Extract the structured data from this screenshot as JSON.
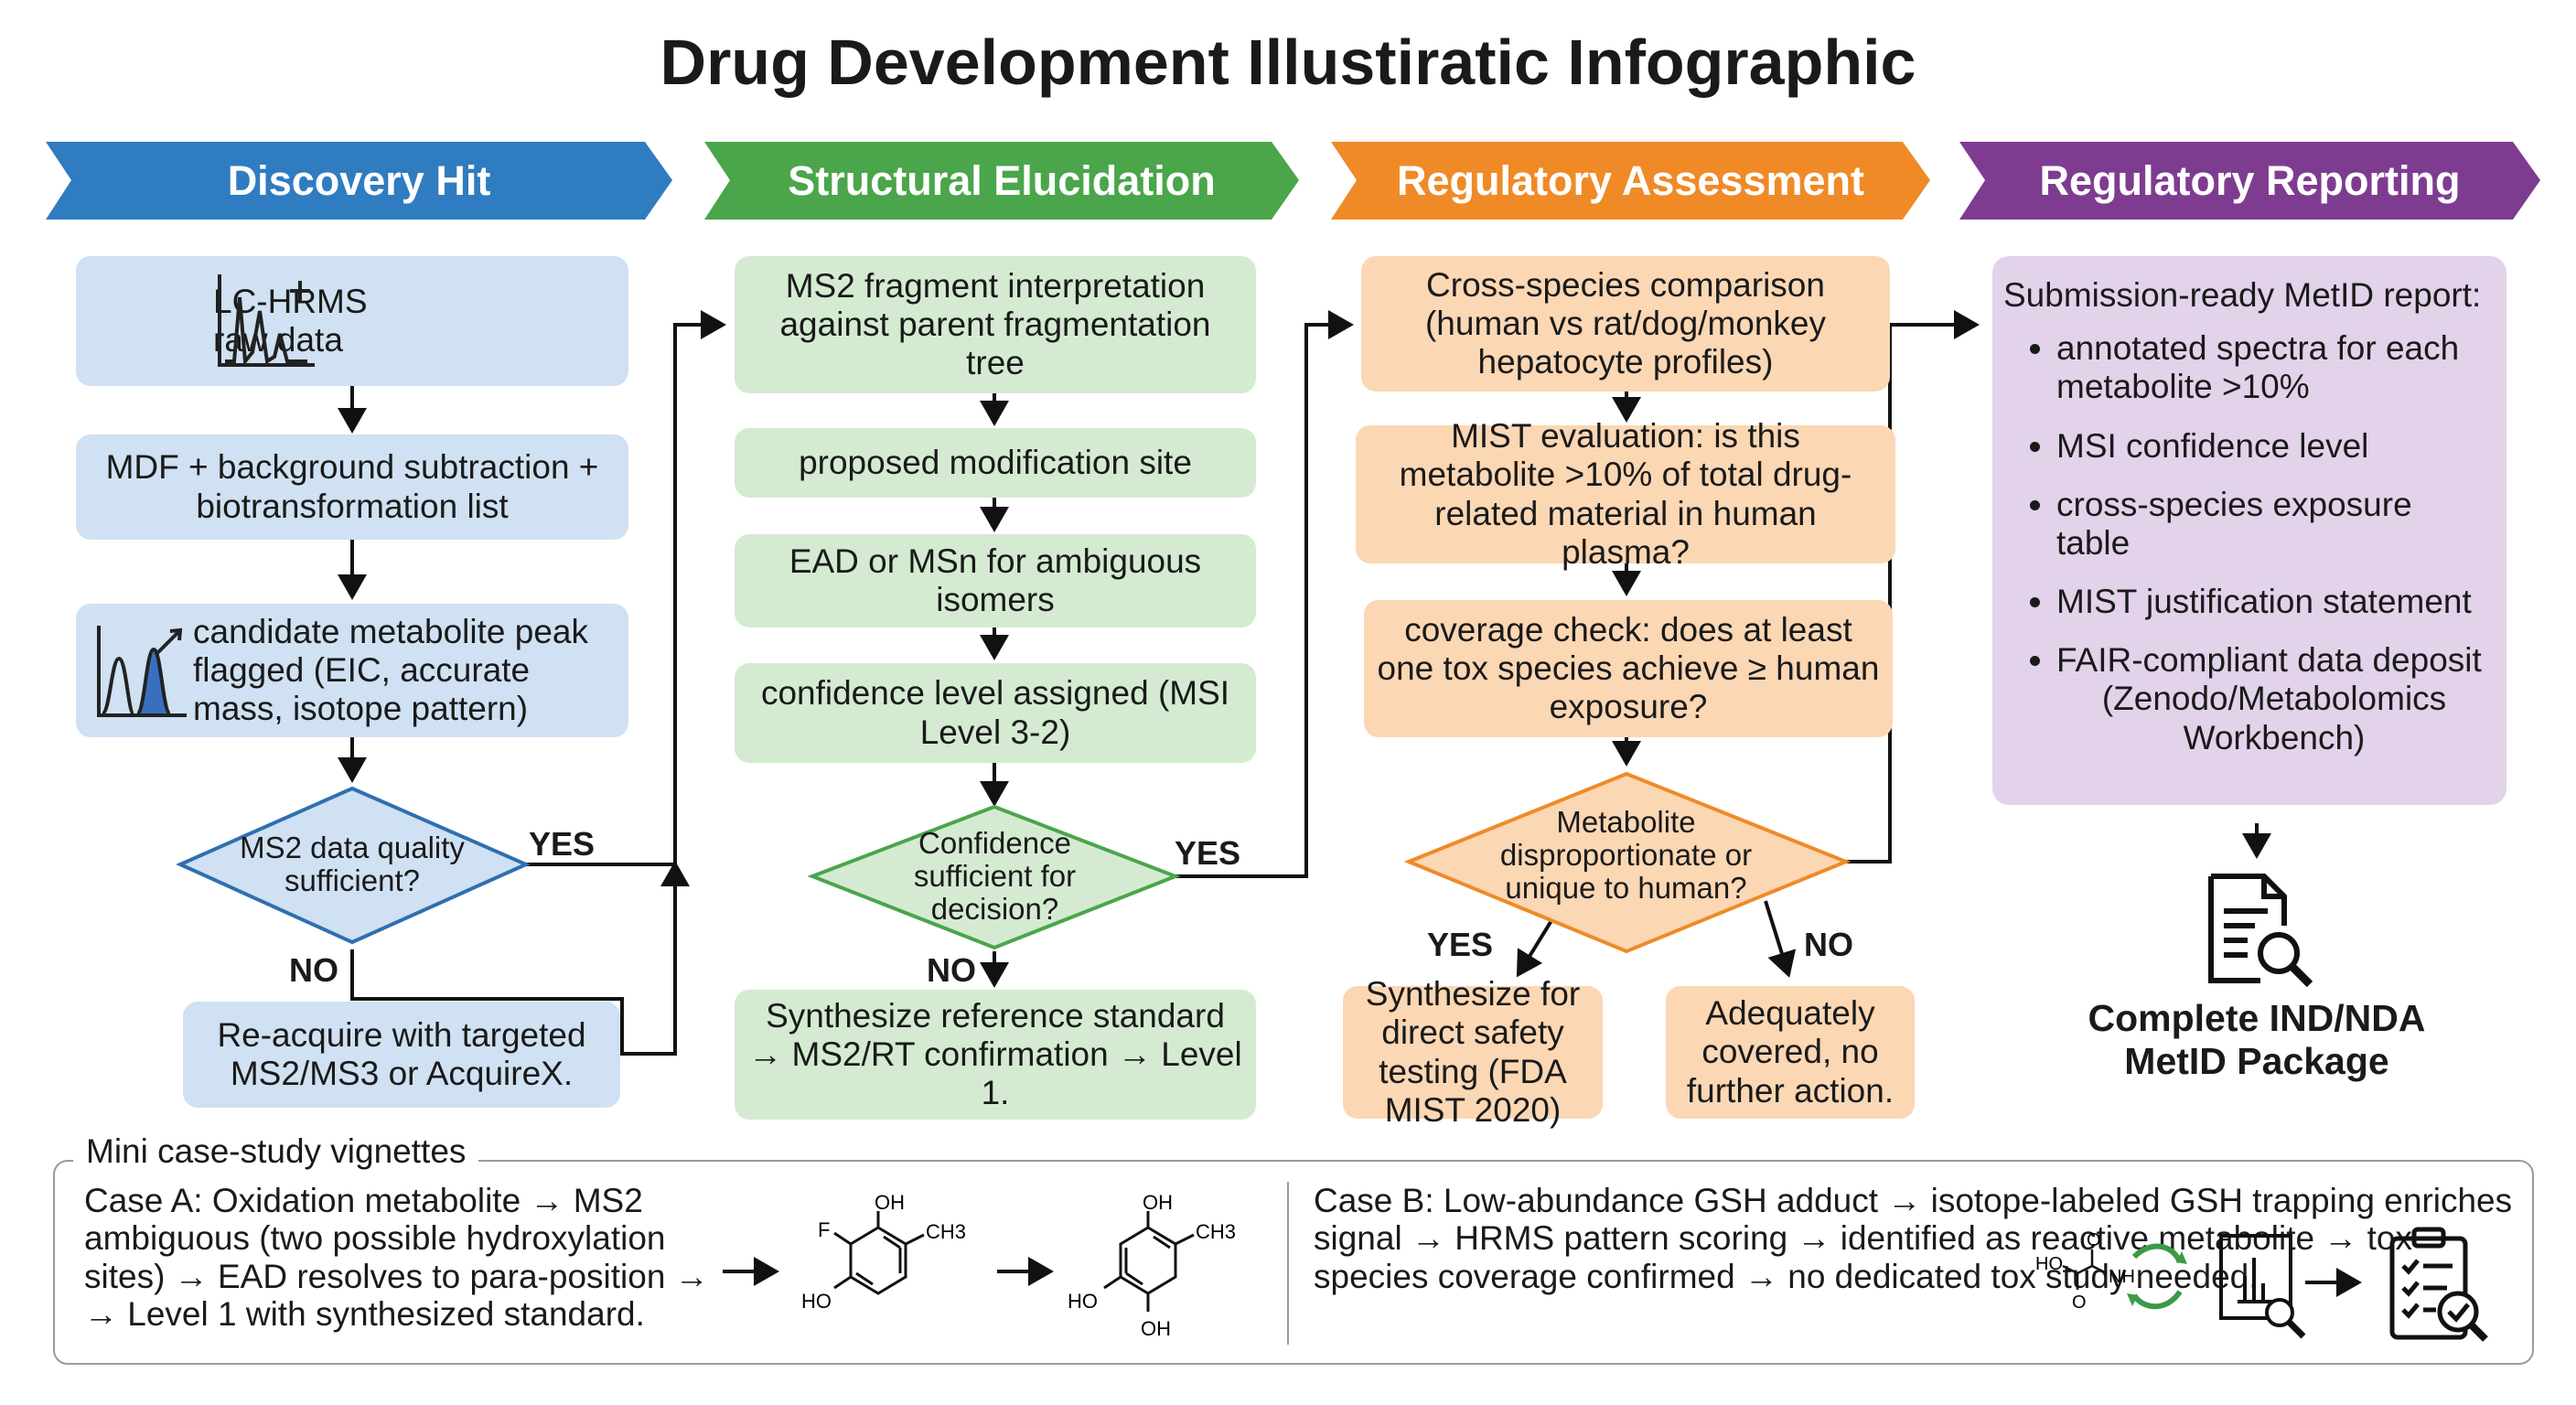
{
  "title": "Drug Development Illustiratic Infographic",
  "stages": [
    {
      "label": "Discovery Hit",
      "color": "#2f7cc1"
    },
    {
      "label": "Structural Elucidation",
      "color": "#4aa54b"
    },
    {
      "label": "Regulatory Assessment",
      "color": "#ef8a27"
    },
    {
      "label": "Regulatory Reporting",
      "color": "#7e3c91"
    }
  ],
  "discovery": {
    "raw_data": "LC-HRMS raw data",
    "mdf": "MDF + background subtraction + biotransformation list",
    "candidate": "candidate metabolite peak flagged (EIC, accurate mass, isotope pattern)",
    "decision": "MS2 data quality sufficient?",
    "yes": "YES",
    "no": "NO",
    "reacquire": "Re-acquire with targeted MS2/MS3 or AcquireX."
  },
  "structural": {
    "ms2": "MS2 fragment interpretation against parent fragmentation tree",
    "site": "proposed modification site",
    "ead": "EAD or MSn for ambiguous isomers",
    "confidence": "confidence level assigned (MSI Level 3-2)",
    "decision": "Confidence sufficient for decision?",
    "yes": "YES",
    "no": "NO",
    "synth": "Synthesize reference standard → MS2/RT confirmation → Level 1."
  },
  "regulatory": {
    "cross": "Cross-species comparison (human vs rat/dog/monkey hepatocyte profiles)",
    "mist": "MIST evaluation: is this metabolite >10% of total drug-related material in human plasma?",
    "coverage": "coverage check: does at least one tox species achieve ≥ human exposure?",
    "decision": "Metabolite disproportionate or unique to human?",
    "yes": "YES",
    "no": "NO",
    "synth_safety": "Synthesize for direct safety testing (FDA MIST 2020)",
    "adequate": "Adequately covered, no further action."
  },
  "reporting": {
    "heading": "Submission-ready MetID report:",
    "items": [
      "annotated spectra for each metabolite >10%",
      "MSI confidence level",
      "cross-species exposure table",
      "MIST justification statement",
      "FAIR-compliant data deposit"
    ],
    "items_cont": "(Zenodo/Metabolomics Workbench)",
    "package": "Complete IND/NDA MetID Package"
  },
  "mini": {
    "title": "Mini case-study vignettes",
    "case_a": "Case A: Oxidation metabolite → MS2 ambiguous (two possible hydroxylation sites) → EAD resolves to para-position → → Level 1 with synthesized standard.",
    "case_b": "Case B: Low-abundance GSH adduct → isotope-labeled GSH trapping enriches signal → HRMS pattern scoring → identified as reactive metabolite → tox species coverage confirmed → no dedicated tox study needed.",
    "mol1": {
      "oh": "OH",
      "f": "F",
      "ch3": "CH3",
      "ho": "HO"
    },
    "mol2": {
      "oh_top": "OH",
      "ch3": "CH3",
      "ho": "HO",
      "oh_bottom": "OH"
    },
    "gsh": {
      "ho": "HO",
      "o_top": "O",
      "o_bottom": "O",
      "nh": "NH"
    }
  }
}
